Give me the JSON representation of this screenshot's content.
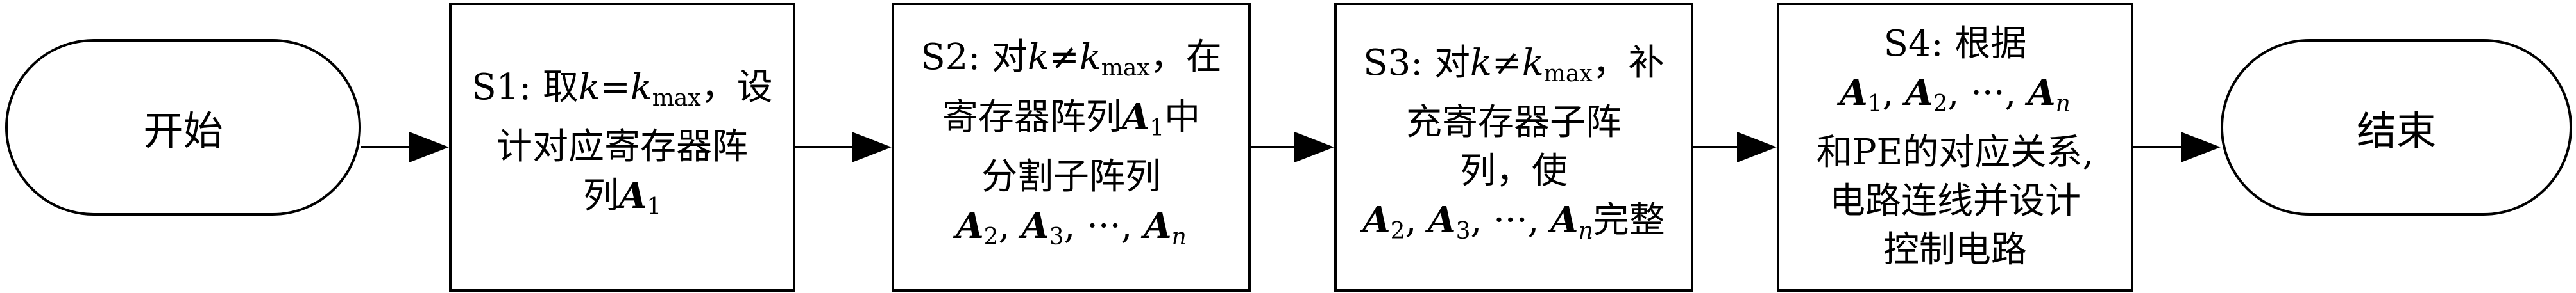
{
  "nodes": {
    "start": {
      "label": "开始"
    },
    "s1": {
      "lead": "S1: 取",
      "var_k": "k",
      "eq": "=",
      "kmax_base": "k",
      "kmax_sub": "max",
      "after": "，设",
      "line2": "计对应寄存器阵",
      "line3_text": "列",
      "mat": "A",
      "mat_sub": "1"
    },
    "s2": {
      "lead": "S2: 对",
      "var_k": "k",
      "neq": "≠",
      "kmax_base": "k",
      "kmax_sub": "max",
      "after": "，在",
      "line2_text": "寄存器阵列",
      "line2_mat": "A",
      "line2_sub": "1",
      "line2_tail": "中",
      "line3": "分割子阵列",
      "line4_m1": "A",
      "line4_s1": "2",
      "line4_sep1": ", ",
      "line4_m2": "A",
      "line4_s2": "3",
      "line4_sep2": ", ···, ",
      "line4_m3": "A",
      "line4_s3": "n"
    },
    "s3": {
      "lead": "S3: 对",
      "var_k": "k",
      "neq": "≠",
      "kmax_base": "k",
      "kmax_sub": "max",
      "after": "，补",
      "line2": "充寄存器子阵",
      "line3": "列，使",
      "line4_m1": "A",
      "line4_s1": "2",
      "line4_sep1": ", ",
      "line4_m2": "A",
      "line4_s2": "3",
      "line4_sep2": ", ···, ",
      "line4_m3": "A",
      "line4_s3": "n",
      "line4_tail": "完整"
    },
    "s4": {
      "line1": "S4: 根据",
      "line2_m1": "A",
      "line2_s1": "1",
      "line2_sep1": ", ",
      "line2_m2": "A",
      "line2_s2": "2",
      "line2_sep2": ", ···, ",
      "line2_m3": "A",
      "line2_s3": "n",
      "line3": "和PE的对应关系,",
      "line4": "电路连线并设计",
      "line5": "控制电路"
    },
    "end": {
      "label": "结束"
    }
  },
  "edges": [
    {
      "from": "start",
      "to": "s1"
    },
    {
      "from": "s1",
      "to": "s2"
    },
    {
      "from": "s2",
      "to": "s3"
    },
    {
      "from": "s3",
      "to": "s4"
    },
    {
      "from": "s4",
      "to": "end"
    }
  ],
  "colors": {
    "stroke": "#000000",
    "fill": "#ffffff"
  }
}
